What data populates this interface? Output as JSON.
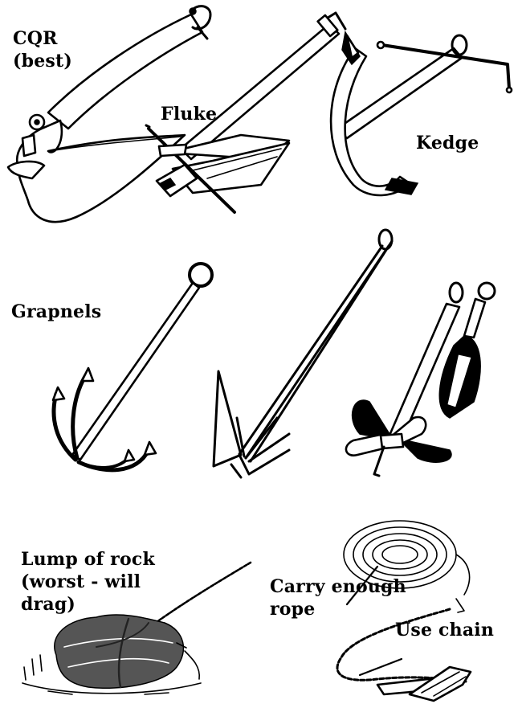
{
  "labels": {
    "cqr_line1": "CQR",
    "cqr_line2": "(best)",
    "fluke": "Fluke",
    "kedge": "Kedge",
    "grapnels": "Grapnels",
    "rock_line1": "Lump of rock",
    "rock_line2": "(worst - will",
    "rock_line3": "drag)",
    "rope_line1": "Carry enough",
    "rope_line2": "rope",
    "chain": "Use chain"
  },
  "colors": {
    "ink": "#000000",
    "paper": "#ffffff"
  }
}
